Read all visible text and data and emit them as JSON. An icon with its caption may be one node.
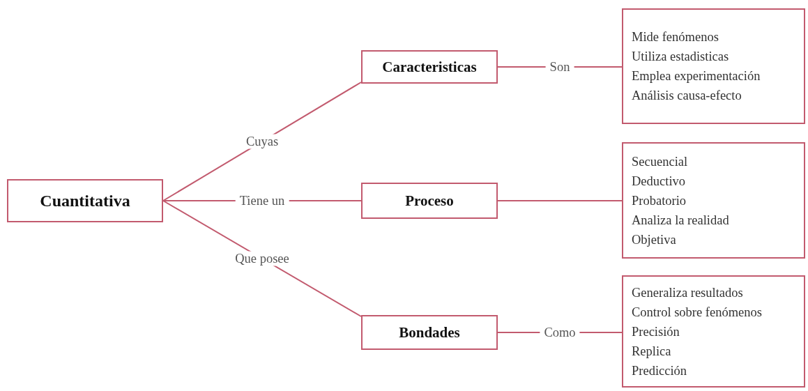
{
  "diagram": {
    "nodes": [
      {
        "text": [
          "Cuantitativa"
        ]
      },
      {
        "text": [
          "Caracteristicas"
        ]
      },
      {
        "text": [
          "Proceso"
        ]
      },
      {
        "text": [
          "Bondades"
        ]
      },
      {
        "text": [
          "Mide fenómenos",
          "Utiliza estadisticas",
          "Emplea experimentación",
          "Análisis causa-efecto"
        ]
      },
      {
        "text": [
          "Secuencial",
          "Deductivo",
          "Probatorio",
          "Analiza la realidad",
          "Objetiva"
        ]
      },
      {
        "text": [
          "Generaliza resultados",
          "Control sobre fenómenos",
          "Precisión",
          "Replica",
          "Predicción"
        ]
      }
    ],
    "edges": [
      {
        "from": 0,
        "to": 1,
        "arrow": "none",
        "label": "Cuyas"
      },
      {
        "from": 0,
        "to": 2,
        "arrow": "none",
        "label": "Tiene un"
      },
      {
        "from": 0,
        "to": 3,
        "arrow": "none",
        "label": "Que posee"
      },
      {
        "from": 1,
        "to": 4,
        "arrow": "none",
        "label": "Son"
      },
      {
        "from": 2,
        "to": 5,
        "arrow": "none"
      },
      {
        "from": 3,
        "to": 6,
        "arrow": "none",
        "label": "Como"
      }
    ]
  }
}
